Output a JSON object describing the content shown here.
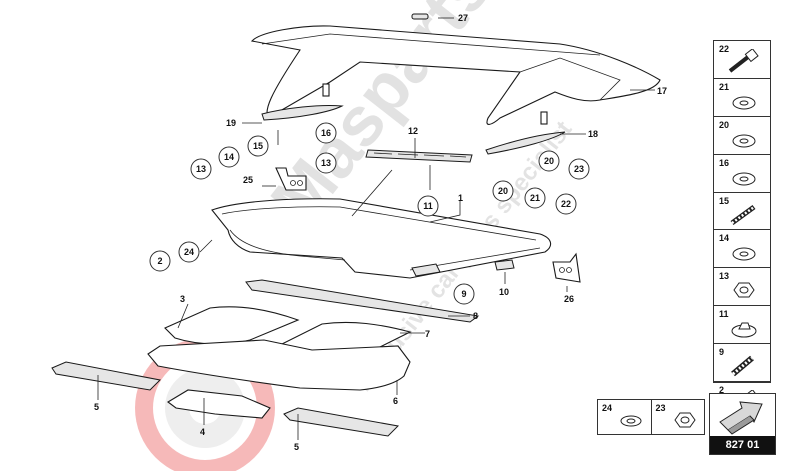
{
  "diagram": {
    "callouts": {
      "p27": "27",
      "p17": "17",
      "p18": "18",
      "p19": "19",
      "p16": "16",
      "p15": "15",
      "p14": "14",
      "p13a": "13",
      "p13b": "13",
      "p25": "25",
      "p12": "12",
      "p11": "11",
      "p1": "1",
      "p20a": "20",
      "p23": "23",
      "p20b": "20",
      "p21": "21",
      "p22": "22",
      "p2": "2",
      "p24": "24",
      "p9": "9",
      "p10": "10",
      "p26": "26",
      "p8": "8",
      "p3": "3",
      "p7": "7",
      "p6": "6",
      "p5a": "5",
      "p5b": "5",
      "p4": "4"
    }
  },
  "legend": {
    "items": [
      {
        "num": "22",
        "icon": "bolt-icon"
      },
      {
        "num": "21",
        "icon": "washer-icon"
      },
      {
        "num": "20",
        "icon": "washer-icon"
      },
      {
        "num": "16",
        "icon": "washer-icon"
      },
      {
        "num": "15",
        "icon": "stud-icon"
      },
      {
        "num": "14",
        "icon": "washer-icon"
      },
      {
        "num": "13",
        "icon": "nut-icon"
      },
      {
        "num": "11",
        "icon": "clip-nut-icon"
      },
      {
        "num": "9",
        "icon": "screw-icon"
      },
      {
        "num": "2",
        "icon": "bolt-icon"
      }
    ]
  },
  "pair": {
    "left": "24",
    "right": "23"
  },
  "reference": {
    "code": "827 01"
  },
  "watermark": {
    "brand": "Masparts",
    "tagline": "Exclusive car parts specialist",
    "color": "#bfbfbf",
    "accent": "#e83a3a"
  }
}
